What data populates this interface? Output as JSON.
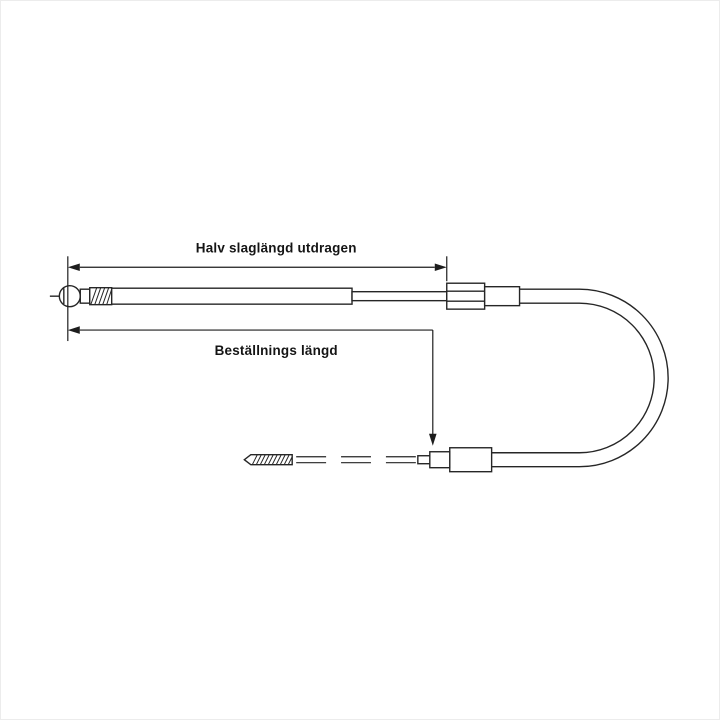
{
  "canvas": {
    "background": "#ffffff",
    "border_color": "#ececec"
  },
  "drawing": {
    "stroke_color": "#262626",
    "dimension_color": "#1d1d1d",
    "label_color": "#141414",
    "subject": "steering cable technical line drawing with dimension callouts"
  },
  "labels": {
    "half_stroke_length": "Halv slaglängd utdragen",
    "order_length": "Beställnings längd"
  }
}
